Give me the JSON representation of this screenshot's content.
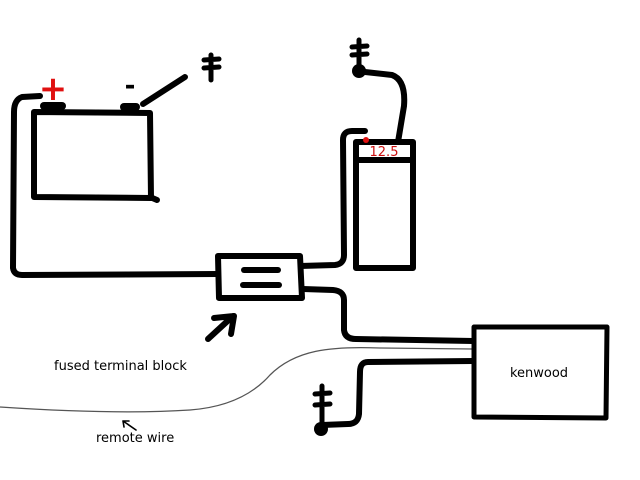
{
  "diagram": {
    "labels": {
      "battery_positive": "+",
      "battery_negative": "-",
      "capacitor_value": "12.5",
      "fuse_block": "fused terminal block",
      "amplifier": "kenwood",
      "remote_wire": "remote wire"
    },
    "components": [
      {
        "id": "battery",
        "icon": "battery-icon"
      },
      {
        "id": "capacitor",
        "icon": "capacitor-icon"
      },
      {
        "id": "fused-terminal-block",
        "icon": "fuse-block-icon"
      },
      {
        "id": "amplifier",
        "icon": "amplifier-box-icon"
      },
      {
        "id": "ground-top",
        "icon": "ground-icon"
      },
      {
        "id": "ground-battery",
        "icon": "ground-icon"
      },
      {
        "id": "ground-bottom",
        "icon": "ground-icon"
      }
    ],
    "colors": {
      "ink": "#000000",
      "positive_marker": "#e01010",
      "capacitor_value": "#cc1010",
      "remote_wire": "#555555"
    }
  }
}
